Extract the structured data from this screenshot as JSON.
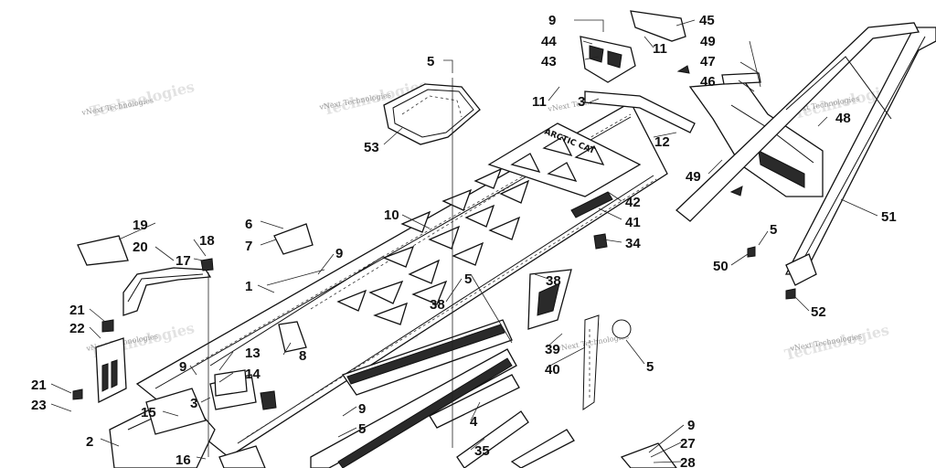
{
  "diagram": {
    "watermark_text": "vNext Technologies",
    "callouts": {
      "c1": "1",
      "c2": "2",
      "c3a": "3",
      "c3b": "3",
      "c4": "4",
      "c5a": "5",
      "c5b": "5",
      "c5c": "5",
      "c5d": "5",
      "c5e": "5",
      "c6": "6",
      "c7": "7",
      "c8": "8",
      "c9a": "9",
      "c9b": "9",
      "c9c": "9",
      "c9d": "9",
      "c9e": "9",
      "c10": "10",
      "c11a": "11",
      "c11b": "11",
      "c12": "12",
      "c13": "13",
      "c14": "14",
      "c15": "15",
      "c16": "16",
      "c17": "17",
      "c18": "18",
      "c19": "19",
      "c20": "20",
      "c21a": "21",
      "c21b": "21",
      "c22": "22",
      "c23": "23",
      "c27": "27",
      "c28": "28",
      "c34": "34",
      "c35": "35",
      "c38a": "38",
      "c38b": "38",
      "c39": "39",
      "c40": "40",
      "c41": "41",
      "c42": "42",
      "c43": "43",
      "c44": "44",
      "c45": "45",
      "c46": "46",
      "c47": "47",
      "c48": "48",
      "c49a": "49",
      "c49b": "49",
      "c50": "50",
      "c51": "51",
      "c52": "52",
      "c53": "53"
    }
  }
}
